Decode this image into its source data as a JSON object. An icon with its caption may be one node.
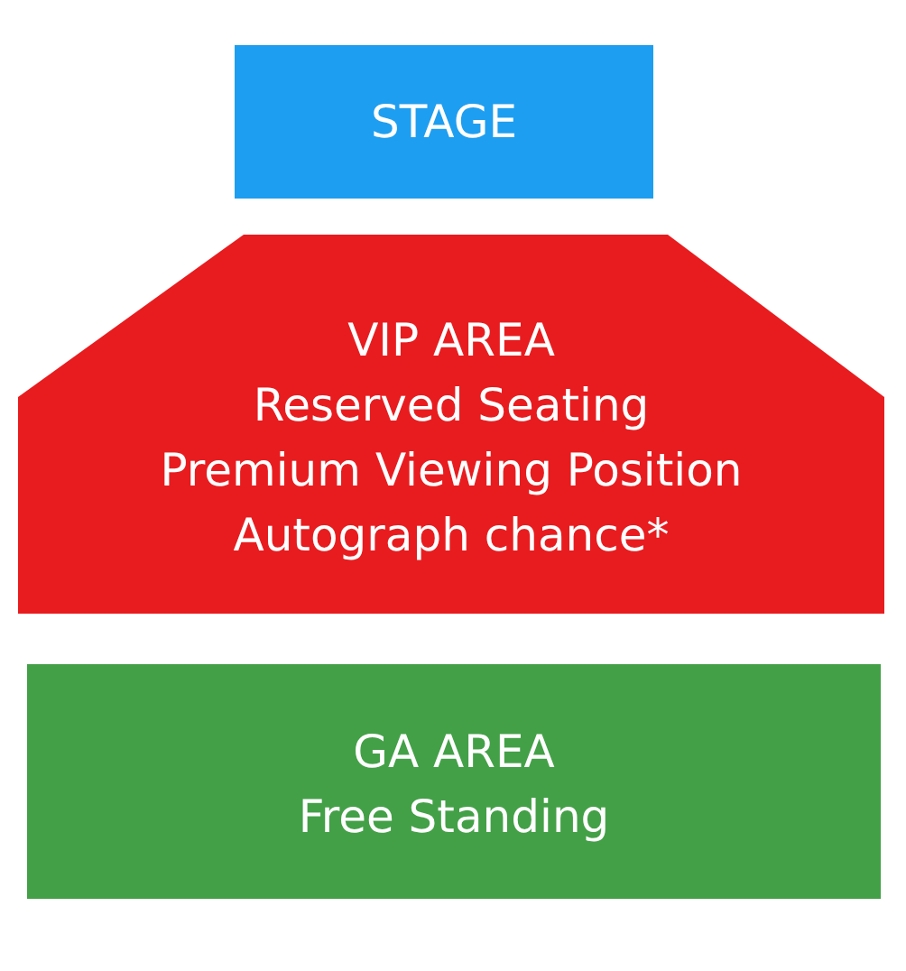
{
  "diagram": {
    "nodes": [
      {
        "text": [
          "STAGE"
        ]
      },
      {
        "text": [
          "VIP AREA",
          "Reserved Seating",
          "Premium Viewing Position",
          "Autograph chance*"
        ]
      },
      {
        "text": [
          "GA AREA",
          "Free Standing"
        ]
      }
    ],
    "edges": []
  }
}
